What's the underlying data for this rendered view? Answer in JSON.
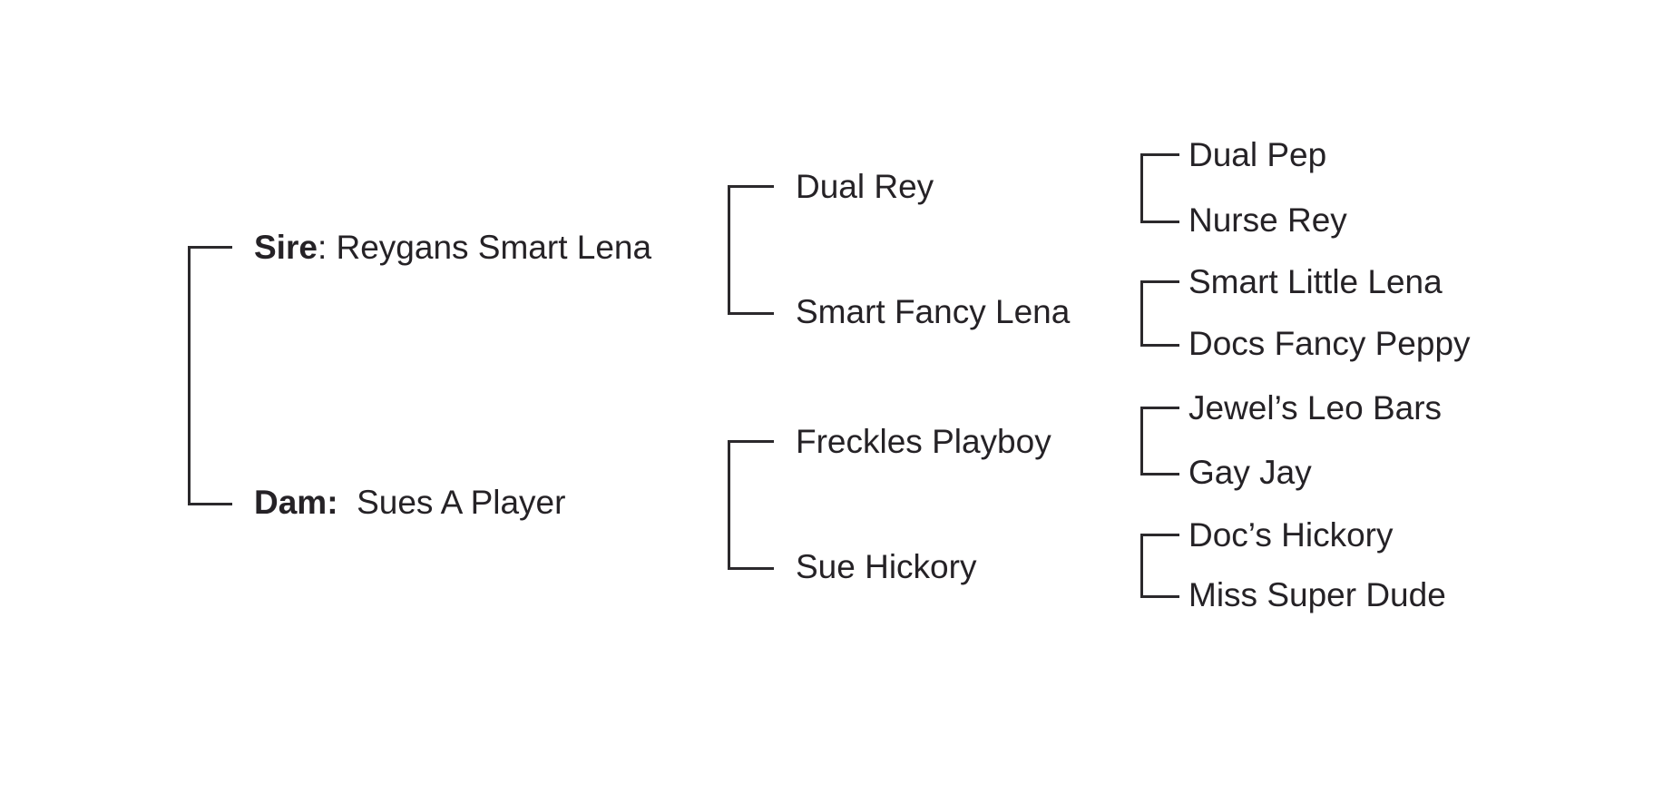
{
  "colors": {
    "background": "#ffffff",
    "text": "#252226",
    "line": "#2b292c"
  },
  "pedigree": {
    "gen1": {
      "sire_label": "Sire",
      "sire_separator": ": ",
      "sire_name": "Reygans Smart Lena",
      "dam_label": "Dam:",
      "dam_separator": "  ",
      "dam_name": "Sues A Player"
    },
    "gen2": {
      "sire_sire": "Dual Rey",
      "sire_dam": "Smart Fancy Lena",
      "dam_sire": "Freckles Playboy",
      "dam_dam": "Sue Hickory"
    },
    "gen3": {
      "sire_sire_sire": "Dual Pep",
      "sire_sire_dam": "Nurse Rey",
      "sire_dam_sire": "Smart Little Lena",
      "sire_dam_dam": "Docs Fancy Peppy",
      "dam_sire_sire": "Jewel’s Leo Bars",
      "dam_sire_dam": "Gay Jay",
      "dam_dam_sire": "Doc’s Hickory",
      "dam_dam_dam": "Miss Super Dude"
    }
  }
}
